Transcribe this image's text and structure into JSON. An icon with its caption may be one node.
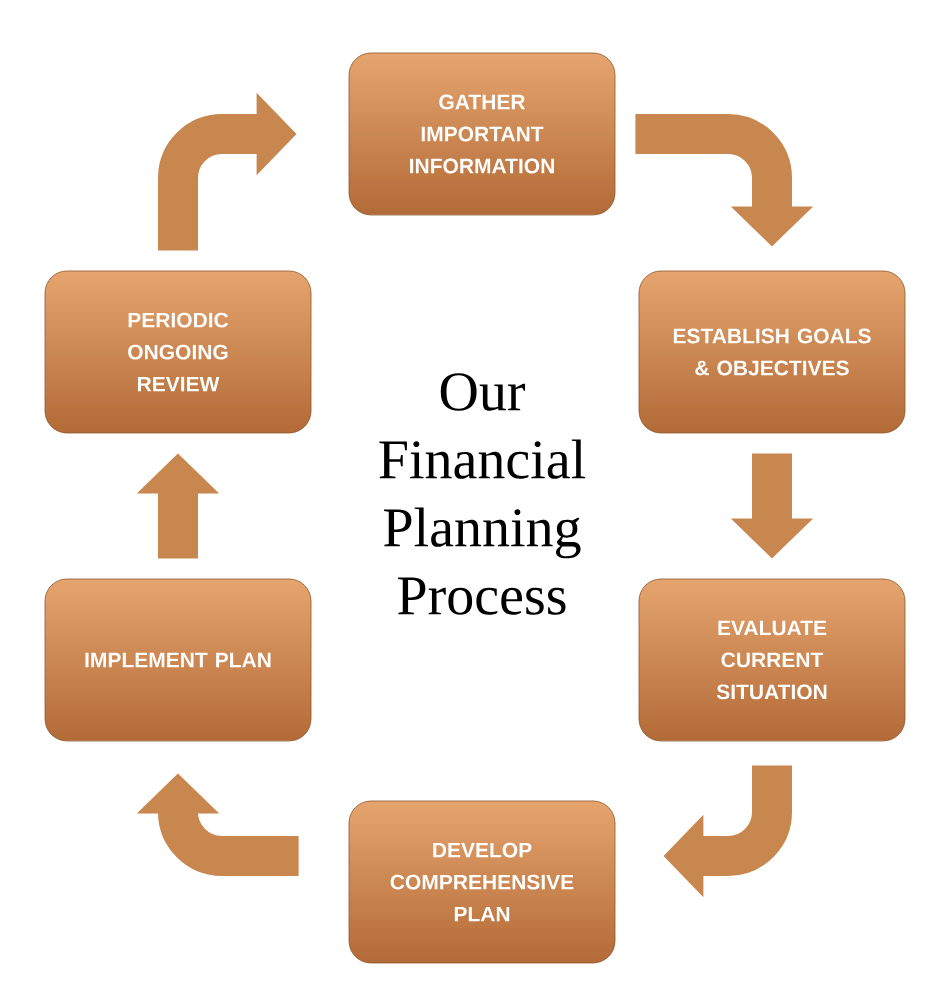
{
  "diagram": {
    "title": "Our Financial Planning Process",
    "nodes": [
      {
        "text": [
          "GATHER IMPORTANT INFORMATION"
        ]
      },
      {
        "text": [
          "ESTABLISH GOALS & OBJECTIVES"
        ]
      },
      {
        "text": [
          "EVALUATE CURRENT SITUATION"
        ]
      },
      {
        "text": [
          "DEVELOP COMPREHENSIVE PLAN"
        ]
      },
      {
        "text": [
          "IMPLEMENT PLAN"
        ]
      },
      {
        "text": [
          "PERIODIC ONGOING REVIEW"
        ]
      }
    ],
    "edges": [
      {
        "from": 0,
        "to": 1,
        "arrow": "to"
      },
      {
        "from": 1,
        "to": 2,
        "arrow": "to"
      },
      {
        "from": 2,
        "to": 3,
        "arrow": "to"
      },
      {
        "from": 3,
        "to": 4,
        "arrow": "to"
      },
      {
        "from": 4,
        "to": 5,
        "arrow": "to"
      },
      {
        "from": 5,
        "to": 0,
        "arrow": "to"
      }
    ]
  }
}
